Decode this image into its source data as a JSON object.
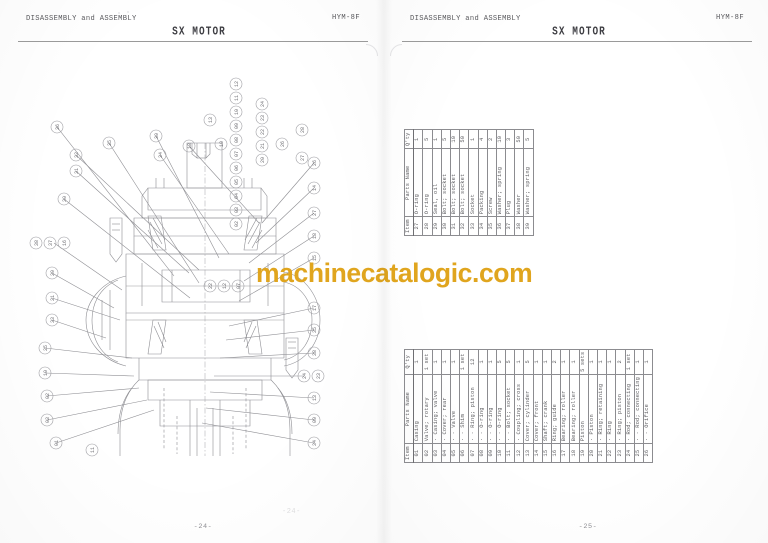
{
  "document": {
    "watermark": "machinecatalogic.com"
  },
  "pages": [
    {
      "id": "page-left",
      "header_left": "DISASSEMBLY and ASSEMBLY",
      "header_right": "HYM-8F",
      "title": "SX MOTOR",
      "page_number": "-24-",
      "ghost_page_number": "-24-"
    },
    {
      "id": "page-right",
      "header_left": "DISASSEMBLY and ASSEMBLY",
      "header_right": "HYM-8F",
      "title": "SX MOTOR",
      "page_number": "-25-",
      "ghost_page_number": ""
    }
  ],
  "tables": {
    "upper": {
      "name": "parts-list-upper",
      "columns": [
        "Item",
        "Parts Name",
        "Q'ty"
      ],
      "rows": [
        {
          "item": "27",
          "name": "O-ring",
          "qty": "1"
        },
        {
          "item": "28",
          "name": "O-ring",
          "qty": "5"
        },
        {
          "item": "29",
          "name": "Seal, oil",
          "qty": "1"
        },
        {
          "item": "30",
          "name": "Bolt; socket",
          "qty": "5"
        },
        {
          "item": "31",
          "name": "Bolt; socket",
          "qty": "10"
        },
        {
          "item": "32",
          "name": "Bolt; socket",
          "qty": "50"
        },
        {
          "item": "33",
          "name": "Socket",
          "qty": "1"
        },
        {
          "item": "34",
          "name": "Packing",
          "qty": "4"
        },
        {
          "item": "35",
          "name": "Screw",
          "qty": "2"
        },
        {
          "item": "36",
          "name": "Washer; spring",
          "qty": "10"
        },
        {
          "item": "37",
          "name": "Plug",
          "qty": "3"
        },
        {
          "item": "38",
          "name": "Washer",
          "qty": "50"
        },
        {
          "item": "39",
          "name": "Washer; spring",
          "qty": "5"
        }
      ]
    },
    "lower": {
      "name": "parts-list-lower",
      "columns": [
        "Item",
        "Parts Name",
        "Q'ty"
      ],
      "rows": [
        {
          "item": "01",
          "name": "Casing",
          "qty": "1"
        },
        {
          "item": "02",
          "name": "Valve; rotary",
          "qty": "1 set"
        },
        {
          "item": "03",
          "name": "· Casing; valve",
          "qty": "1"
        },
        {
          "item": "04",
          "name": "· Cover; rear",
          "qty": "1"
        },
        {
          "item": "05",
          "name": "· · Valve",
          "qty": "1"
        },
        {
          "item": "06",
          "name": "· · Shim",
          "qty": "1 set"
        },
        {
          "item": "07",
          "name": "· · Ring; piston",
          "qty": "12"
        },
        {
          "item": "08",
          "name": "· · O-ring",
          "qty": "1"
        },
        {
          "item": "09",
          "name": "· · O-ring",
          "qty": "1"
        },
        {
          "item": "10",
          "name": "· · O-ring",
          "qty": "5"
        },
        {
          "item": "11",
          "name": "· · Bolt; socket",
          "qty": "5"
        },
        {
          "item": "12",
          "name": "· Coupling; cross",
          "qty": "1"
        },
        {
          "item": "13",
          "name": "Cover; cylinder",
          "qty": "5"
        },
        {
          "item": "14",
          "name": "Cover; front",
          "qty": "1"
        },
        {
          "item": "15",
          "name": "Shaft; crank",
          "qty": "1"
        },
        {
          "item": "16",
          "name": "Ring; guide",
          "qty": "2"
        },
        {
          "item": "17",
          "name": "Bearing; roller",
          "qty": "1"
        },
        {
          "item": "18",
          "name": "Bearing; roller",
          "qty": "1"
        },
        {
          "item": "19",
          "name": "Piston",
          "qty": "5 sets"
        },
        {
          "item": "20",
          "name": "· Piston",
          "qty": "1"
        },
        {
          "item": "21",
          "name": "· Ring; retaining",
          "qty": "1"
        },
        {
          "item": "22",
          "name": "· Ring",
          "qty": "1"
        },
        {
          "item": "23",
          "name": "· Ring; piston",
          "qty": "2"
        },
        {
          "item": "24",
          "name": "· Rod; connecting",
          "qty": "1 set"
        },
        {
          "item": "25",
          "name": "· · Rod; connecting",
          "qty": "1"
        },
        {
          "item": "26",
          "name": "· · Orifice",
          "qty": "1"
        }
      ]
    }
  },
  "drawing": {
    "name": "sx-motor-cross-section",
    "callouts": [
      "01",
      "02",
      "03",
      "04",
      "05",
      "06",
      "07",
      "08",
      "09",
      "10",
      "11",
      "12",
      "13",
      "14",
      "15",
      "16",
      "17",
      "18",
      "19",
      "20",
      "21",
      "22",
      "23",
      "24",
      "25",
      "26",
      "27",
      "28",
      "29",
      "30",
      "31",
      "32",
      "33",
      "34",
      "35",
      "36",
      "37",
      "38",
      "39"
    ]
  }
}
